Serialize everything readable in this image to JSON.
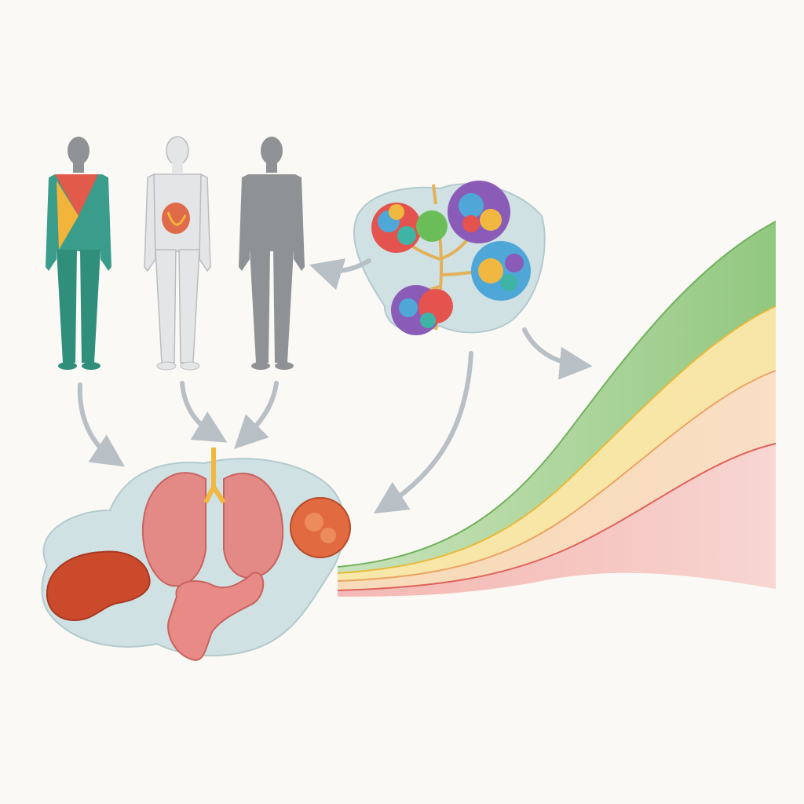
{
  "diagram": {
    "caption": "",
    "figures": [
      {
        "name": "figure-colored-segments",
        "colors": [
          "#e15a4a",
          "#f2b43a",
          "#2f8f7a",
          "#3a9c8b"
        ]
      },
      {
        "name": "figure-organs-outline",
        "colors": [
          "#d9dadc",
          "#e06b4a"
        ]
      },
      {
        "name": "figure-grey",
        "colors": [
          "#8f9294"
        ]
      }
    ],
    "nodes": {
      "cluster": {
        "label": "",
        "colors": [
          "#e4534d",
          "#4fa7d8",
          "#6bbd5a",
          "#8b5bb8",
          "#f0b840",
          "#3fb3a6"
        ]
      },
      "organs": {
        "label": "",
        "items": [
          "liver-organ",
          "lung-left",
          "lung-right",
          "intestine",
          "pancreas-organ"
        ]
      }
    },
    "bands": [
      {
        "name": "band-green",
        "color": "#8fc77a"
      },
      {
        "name": "band-yellow",
        "color": "#f2d46a"
      },
      {
        "name": "band-orange",
        "color": "#f4c08a"
      },
      {
        "name": "band-red",
        "color": "#ee8a84"
      }
    ],
    "arrows": [
      "arrow-figure1-to-organs",
      "arrow-figure2-to-organs",
      "arrow-figure3-to-organs",
      "arrow-cluster-to-figures",
      "arrow-cluster-to-organs",
      "arrow-cluster-to-bands"
    ]
  }
}
